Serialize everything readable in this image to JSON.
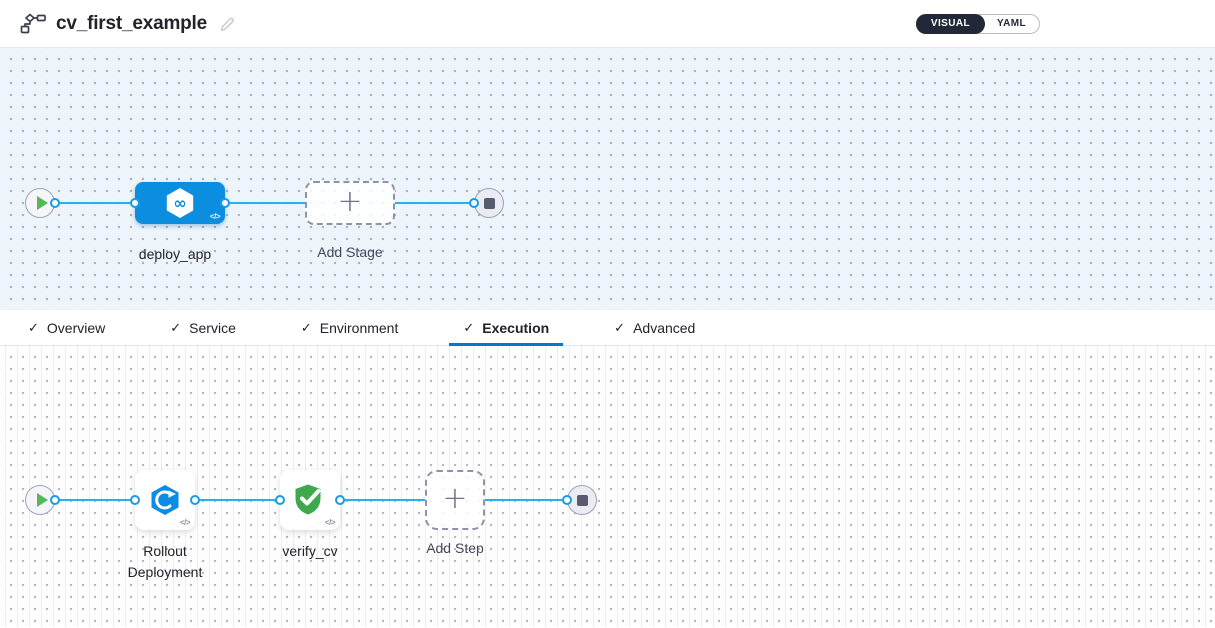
{
  "glyphs": {
    "check": "✓",
    "plus": "+",
    "code": "</>",
    "infinity": "∞"
  },
  "header": {
    "title": "cv_first_example",
    "view_toggle": {
      "visual_label": "VISUAL",
      "yaml_label": "YAML",
      "selected": "VISUAL"
    }
  },
  "stage_pipeline": {
    "stages": [
      {
        "name": "deploy_app",
        "type": "deployment-stage",
        "icon": "cd-hexagon-infinity-icon"
      }
    ],
    "add_stage_label": "Add Stage"
  },
  "tabs": {
    "items": [
      {
        "label": "Overview",
        "checked": true,
        "active": false
      },
      {
        "label": "Service",
        "checked": true,
        "active": false
      },
      {
        "label": "Environment",
        "checked": true,
        "active": false
      },
      {
        "label": "Execution",
        "checked": true,
        "active": true
      },
      {
        "label": "Advanced",
        "checked": true,
        "active": false
      }
    ]
  },
  "execution_pipeline": {
    "steps": [
      {
        "label": "Rollout Deployment",
        "icon": "k8s-rollout-icon"
      },
      {
        "label": "verify_cv",
        "icon": "verify-shield-check-icon"
      }
    ],
    "add_step_label": "Add Step"
  },
  "colors": {
    "accent_blue": "#0278d5",
    "connector_blue": "#2bb1ea",
    "stage_blue": "#0b8de0",
    "success_green": "#3fa84c",
    "play_green": "#53b958",
    "toggle_dark": "#232838",
    "canvas_top_bg": "#edf5fa",
    "text_dark": "#22222a"
  }
}
